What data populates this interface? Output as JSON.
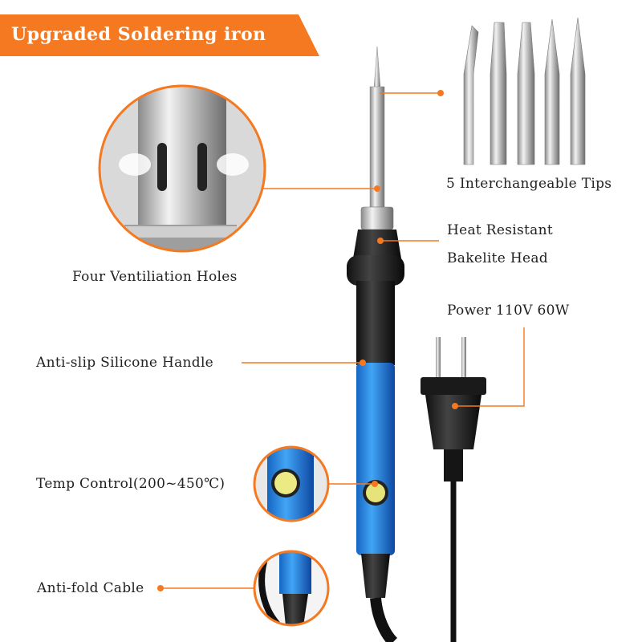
{
  "banner": {
    "title": "Upgraded Soldering iron",
    "color": "#F47920"
  },
  "accent_color": "#F47920",
  "labels": {
    "tips": "5 Interchangeable Tips",
    "head_line1": "Heat Resistant",
    "head_line2": "Bakelite Head",
    "ventilation": "Four Ventiliation Holes",
    "power": "Power 110V 60W",
    "handle": "Anti-slip Silicone Handle",
    "temp": "Temp Control(200~450℃)",
    "cable": "Anti-fold Cable"
  }
}
